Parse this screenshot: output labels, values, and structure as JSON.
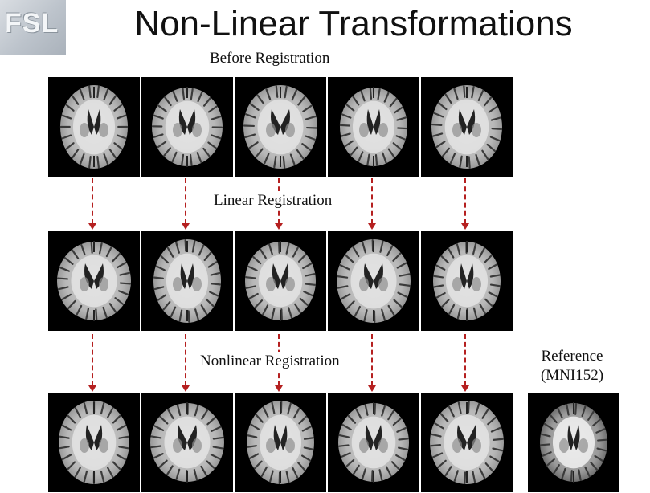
{
  "logo": {
    "text": "FSL"
  },
  "title": "Non-Linear Transformations",
  "rows": {
    "before": {
      "label": "Before Registration"
    },
    "linear": {
      "label": "Linear Registration"
    },
    "nonlinear": {
      "label": "Nonlinear Registration"
    }
  },
  "reference": {
    "line1": "Reference",
    "line2": "(MNI152)"
  },
  "colors": {
    "arrow": "#b52020",
    "tile_background": "#000000"
  }
}
